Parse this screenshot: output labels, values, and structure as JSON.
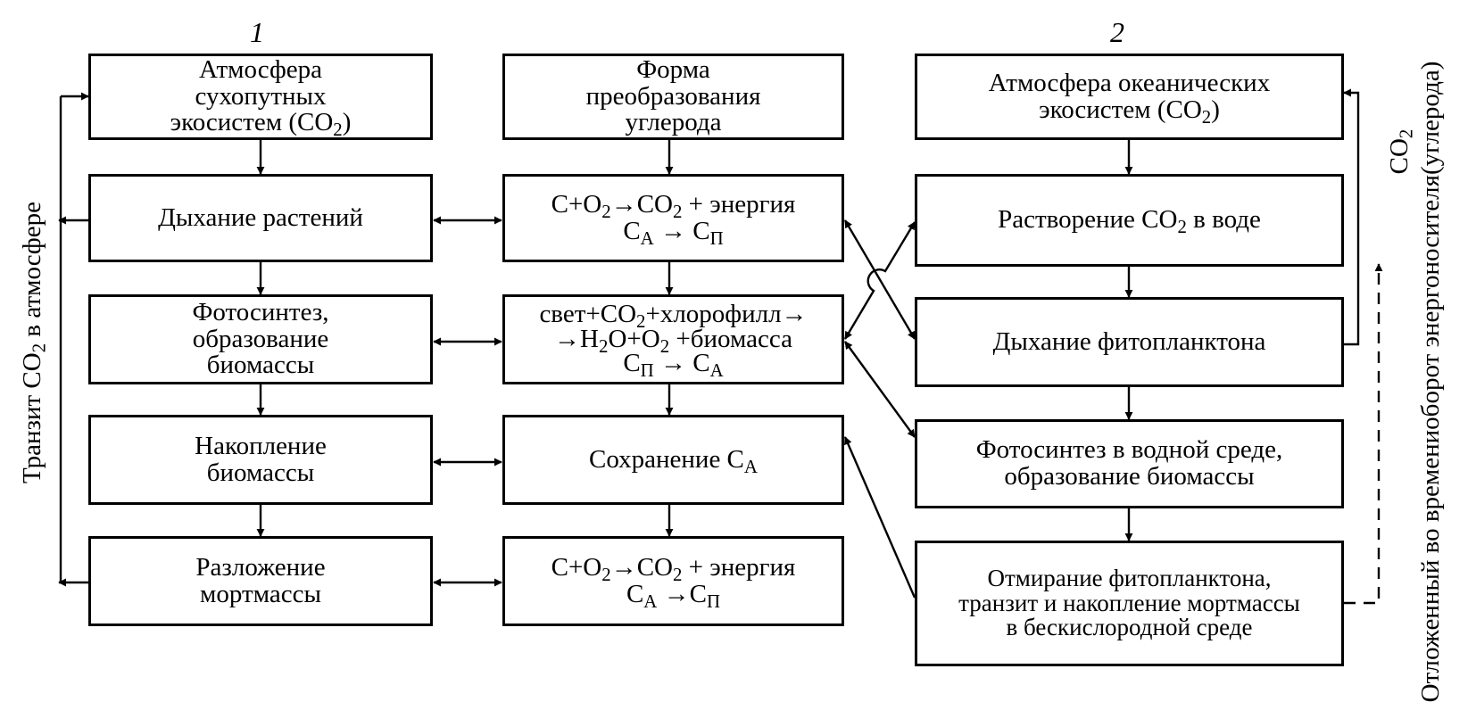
{
  "column_headers": {
    "left": "1",
    "right": "2"
  },
  "left_column": {
    "atmosphere": [
      "Атмосфера",
      "сухопутных",
      "экосистем (CO<sub>2</sub>)"
    ],
    "plant_respiration": [
      "Дыхание растений"
    ],
    "photosynthesis": [
      "Фотосинтез,",
      "образование",
      "биомассы"
    ],
    "biomass_accumulation": [
      "Накопление",
      "биомассы"
    ],
    "mortmass_decomposition": [
      "Разложение",
      "мортмассы"
    ]
  },
  "middle_column": {
    "header": [
      "Форма",
      "преобразования",
      "углерода"
    ],
    "oxidation_1": [
      "C+O<sub>2</sub>→CO<sub>2</sub> + энергия",
      "C<sub>A</sub> → C<sub>П</sub>"
    ],
    "photosynthesis_eq": [
      "свет+CO<sub>2</sub>+хлорофилл→",
      "→H<sub>2</sub>O+O<sub>2</sub> +биомасса",
      "C<sub>П</sub> → C<sub>A</sub>"
    ],
    "preservation": [
      "Сохранение C<sub>A</sub>"
    ],
    "oxidation_2": [
      "C+O<sub>2</sub>→CO<sub>2</sub> + энергия",
      "C<sub>A</sub> →C<sub>П</sub>"
    ]
  },
  "right_column": {
    "atmosphere": [
      "Атмосфера океанических",
      "экосистем (CO<sub>2</sub>)"
    ],
    "dissolution": [
      "Растворение CO<sub>2</sub> в воде"
    ],
    "phytoplankton_respiration": [
      "Дыхание фитопланктона"
    ],
    "aquatic_photosynthesis": [
      "Фотосинтез в водной среде,",
      "образование биомассы"
    ],
    "phytoplankton_death": [
      "Отмирание фитопланктона,",
      "транзит и накопление мортмассы",
      "в бескислородной среде"
    ]
  },
  "side_labels": {
    "left_transit": "Транзит CO<sub>2</sub> в атмосфере",
    "right_co2": "CO<sub>2</sub>",
    "delayed_turnover": [
      "Отложенный во времени",
      "оборот энергоносителя",
      "(углерода)"
    ]
  }
}
